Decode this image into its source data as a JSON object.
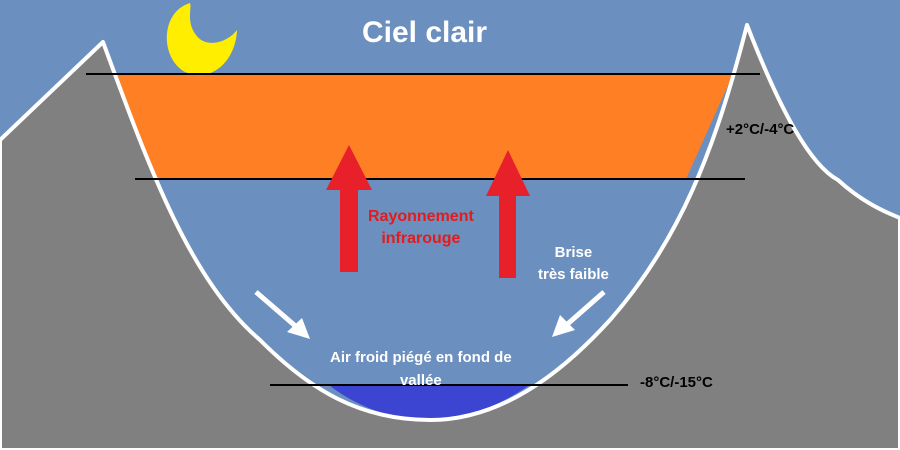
{
  "title": "Ciel clair",
  "labels": {
    "inversion_temp": "+2°C/-4°C",
    "valley_temp": "-8°C/-15°C",
    "infrared_line1": "Rayonnement",
    "infrared_line2": "infrarouge",
    "breeze_line1": "Brise",
    "breeze_line2": "très faible",
    "cold_air_line1": "Air froid piégé en fond de",
    "cold_air_line2": "vallée"
  },
  "colors": {
    "sky": "#6b8fbf",
    "mountain": "#808080",
    "warm_layer": "#ff7f24",
    "cold_pool": "#3b45d1",
    "arrow_red": "#e8202a",
    "moon": "#ffee00"
  },
  "icons": [
    "moon-icon",
    "infrared-arrow",
    "breeze-arrow"
  ]
}
